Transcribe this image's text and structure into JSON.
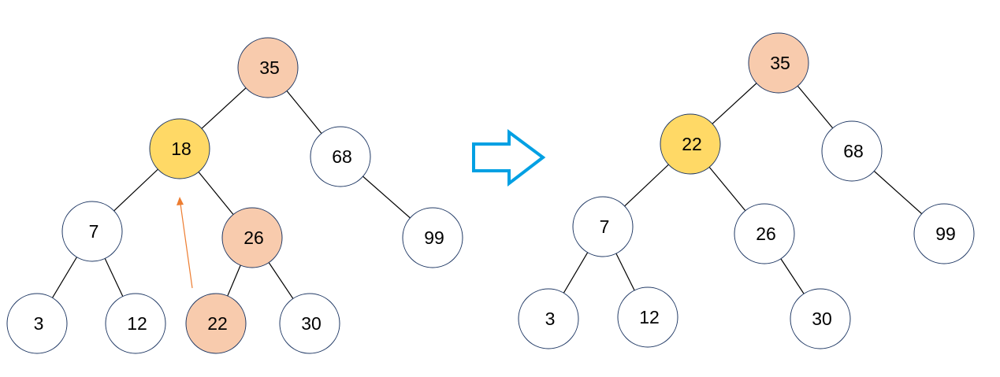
{
  "colors": {
    "background": "#ffffff",
    "node_fill": "#ffffff",
    "root_fill": "#f8cbad",
    "highlight_fill": "#ffd966",
    "swap_fill": "#f8cbad",
    "edge": "#000000",
    "up_arrow": "#ed7d31",
    "transition_arrow": "#00a0e3"
  },
  "trees": [
    {
      "name": "before",
      "nodes": [
        {
          "id": "n35",
          "label": "35",
          "fill": "root"
        },
        {
          "id": "n18",
          "label": "18",
          "fill": "highlight"
        },
        {
          "id": "n68",
          "label": "68",
          "fill": "plain"
        },
        {
          "id": "n7",
          "label": "7",
          "fill": "plain"
        },
        {
          "id": "n26",
          "label": "26",
          "fill": "swap"
        },
        {
          "id": "n99",
          "label": "99",
          "fill": "plain"
        },
        {
          "id": "n3",
          "label": "3",
          "fill": "plain"
        },
        {
          "id": "n12",
          "label": "12",
          "fill": "plain"
        },
        {
          "id": "n22",
          "label": "22",
          "fill": "swap"
        },
        {
          "id": "n30",
          "label": "30",
          "fill": "plain"
        }
      ]
    },
    {
      "name": "after",
      "nodes": [
        {
          "id": "m35",
          "label": "35",
          "fill": "root"
        },
        {
          "id": "m22",
          "label": "22",
          "fill": "highlight"
        },
        {
          "id": "m68",
          "label": "68",
          "fill": "plain"
        },
        {
          "id": "m7",
          "label": "7",
          "fill": "plain"
        },
        {
          "id": "m26",
          "label": "26",
          "fill": "plain"
        },
        {
          "id": "m99",
          "label": "99",
          "fill": "plain"
        },
        {
          "id": "m3",
          "label": "3",
          "fill": "plain"
        },
        {
          "id": "m12",
          "label": "12",
          "fill": "plain"
        },
        {
          "id": "m30",
          "label": "30",
          "fill": "plain"
        }
      ]
    }
  ],
  "icons": {
    "up_arrow": "up-arrow-icon",
    "transition_arrow": "right-arrow-icon"
  }
}
